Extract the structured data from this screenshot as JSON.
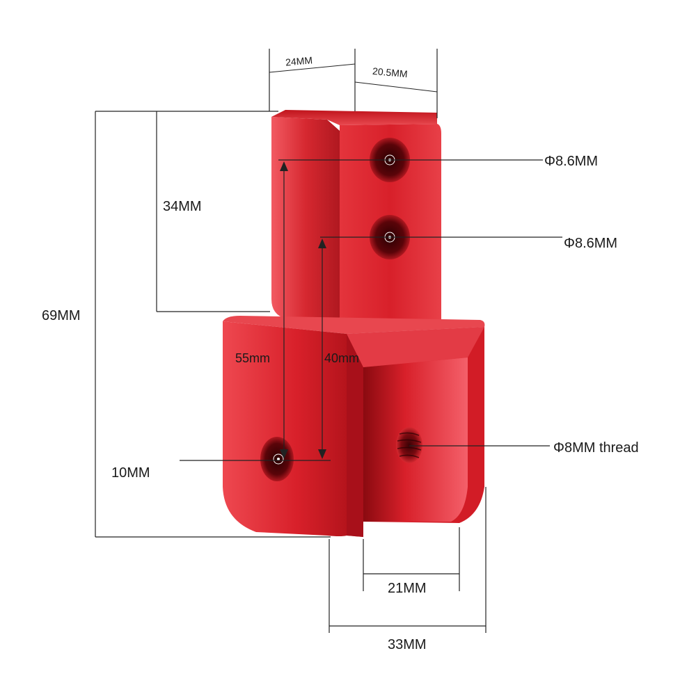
{
  "diagram": {
    "dimensions": {
      "width_top_left": "24MM",
      "width_top_right": "20.5MM",
      "hole_top_upper": "Φ8.6MM",
      "hole_top_lower": "Φ8.6MM",
      "height_upper": "34MM",
      "height_total": "69MM",
      "hole_spacing_outer": "55mm",
      "hole_spacing_inner": "40mm",
      "hole_thread": "Φ8MM thread",
      "hole_bottom": "10MM",
      "slot_width": "21MM",
      "bottom_width": "33MM"
    },
    "colors": {
      "part_main": "#d8202a",
      "part_dark": "#9e0e16",
      "part_light": "#f05058",
      "hole_dark": "#4a0307"
    }
  }
}
